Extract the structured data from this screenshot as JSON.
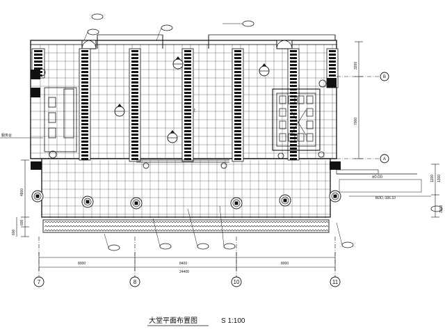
{
  "drawing": {
    "title": "大堂平面布置图",
    "scale": "S 1:100",
    "colors": {
      "ink": "#111111",
      "paper": "#ffffff",
      "hatch": "#222222"
    }
  },
  "dims": {
    "bottom_segments": [
      "8000",
      "8400",
      "8000"
    ],
    "bottom_total": "24400",
    "right_upper": [
      "3200",
      "7000"
    ],
    "right_lower": [
      "2000"
    ],
    "left_lower": [
      "4800",
      "600",
      "600"
    ],
    "left_misc": [
      "1200",
      "1300"
    ]
  },
  "axes": {
    "columns": [
      "7",
      "8",
      "10",
      "11"
    ],
    "rows": [
      "B",
      "A"
    ]
  },
  "labels": {
    "level_right": "±0.00",
    "note_right": "BDD,-166.10",
    "note_left": "服务台",
    "center_mark": "上"
  }
}
